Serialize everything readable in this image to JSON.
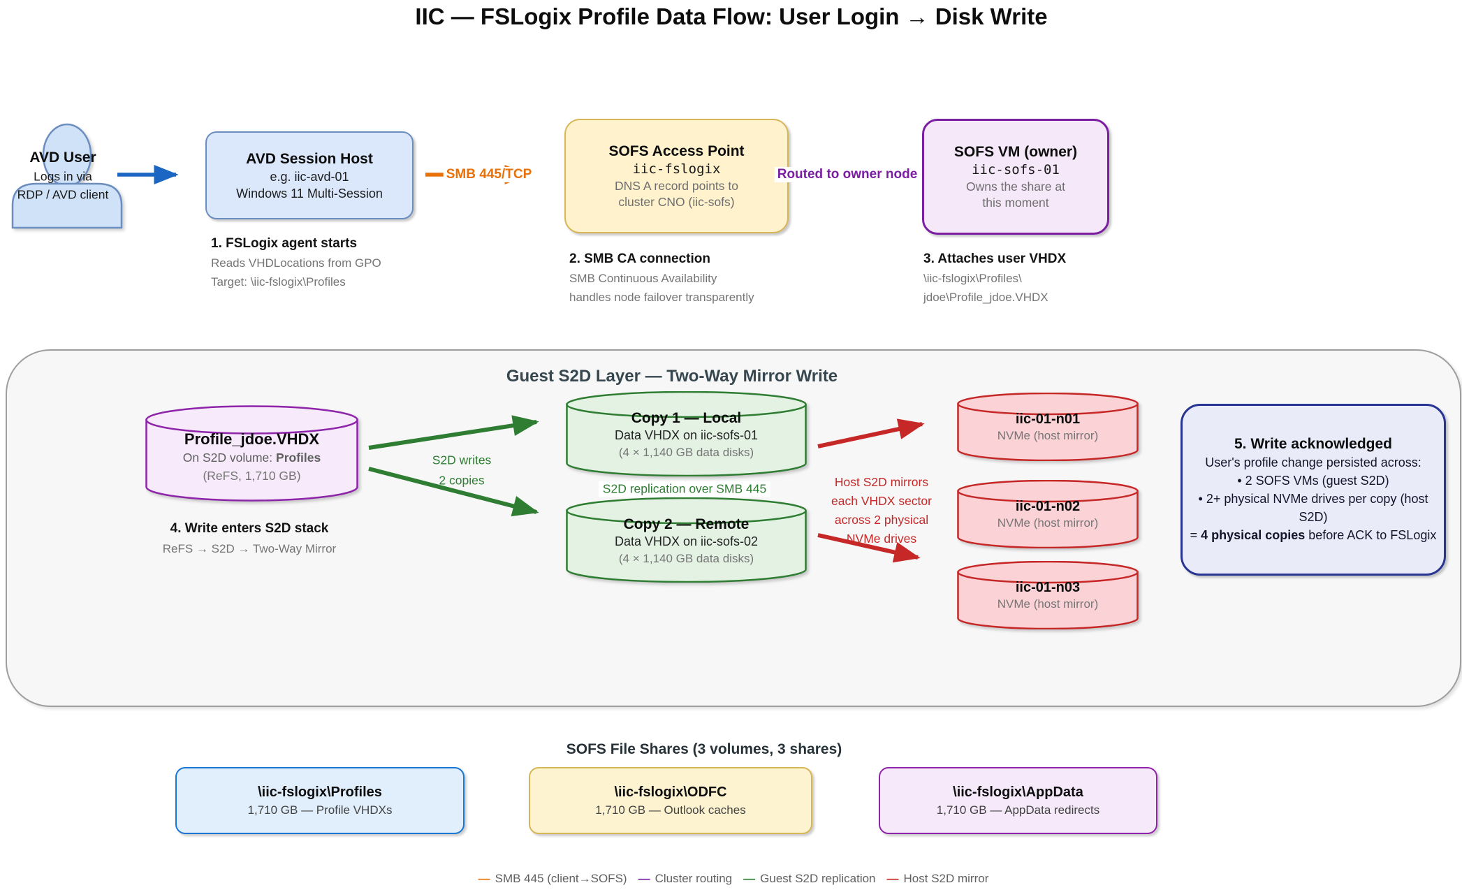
{
  "header": {
    "title": "IIC — FSLogix Profile Data Flow: User Login → Disk Write"
  },
  "flow": {
    "user": {
      "title": "AVD User",
      "line1": "Logs in via",
      "line2": "RDP / AVD client"
    },
    "session_host": {
      "title": "AVD Session Host",
      "line1": "e.g. iic-avd-01",
      "line2": "Windows 11 Multi-Session"
    },
    "smb_arrow_label": "SMB 445/TCP",
    "sofs_ap": {
      "title": "SOFS Access Point",
      "name": "iic-fslogix",
      "line1": "DNS A record points to",
      "line2": "cluster CNO (iic-sofs)"
    },
    "routed_label": "Routed to owner node",
    "sofs_vm": {
      "title": "SOFS VM (owner)",
      "name": "iic-sofs-01",
      "line1": "Owns the share at",
      "line2": "this moment"
    },
    "steps": [
      {
        "heading": "1. FSLogix agent starts",
        "line1": "Reads VHDLocations from GPO",
        "line2": "Target: \\iic-fslogix\\Profiles"
      },
      {
        "heading": "2. SMB CA connection",
        "line1": "SMB Continuous Availability",
        "line2": "handles node failover transparently"
      },
      {
        "heading": "3. Attaches user VHDX",
        "line1": "\\iic-fslogix\\Profiles\\",
        "line2": "jdoe\\Profile_jdoe.VHDX"
      }
    ]
  },
  "s2d": {
    "title": "Guest S2D Layer — Two-Way Mirror Write",
    "profile_cyl": {
      "title": "Profile_jdoe.VHDX",
      "vol_prefix": "On S2D volume: ",
      "vol_bold": "Profiles",
      "line2": "(ReFS, 1,710 GB)"
    },
    "step4": {
      "heading": "4. Write enters S2D stack",
      "line1": "ReFS → S2D → Two-Way Mirror"
    },
    "writes_label1": "S2D writes",
    "writes_label2": "2 copies",
    "copy1": {
      "title": "Copy 1 — Local",
      "line1": "Data VHDX on iic-sofs-01",
      "line2": "(4 × 1,140 GB data disks)"
    },
    "replication_label": "S2D replication over SMB 445",
    "copy2": {
      "title": "Copy 2 — Remote",
      "line1": "Data VHDX on iic-sofs-02",
      "line2": "(4 × 1,140 GB data disks)"
    },
    "mirror_note": [
      "Host S2D mirrors",
      "each VHDX sector",
      "across 2 physical",
      "NVMe drives"
    ],
    "nvme": [
      {
        "name": "iic-01-n01",
        "line": "NVMe (host mirror)"
      },
      {
        "name": "iic-01-n02",
        "line": "NVMe (host mirror)"
      },
      {
        "name": "iic-01-n03",
        "line": "NVMe (host mirror)"
      }
    ],
    "ack": {
      "title": "5. Write acknowledged",
      "line1": "User's profile change persisted across:",
      "bullet1": "• 2 SOFS VMs (guest S2D)",
      "bullet2": "• 2+ physical NVMe drives per copy (host S2D)",
      "eq_prefix": "= ",
      "eq_bold": "4 physical copies",
      "eq_rest": " before ACK to FSLogix"
    }
  },
  "shares": {
    "title": "SOFS File Shares (3 volumes, 3 shares)",
    "items": [
      {
        "path": "\\iic-fslogix\\Profiles",
        "desc": "1,710 GB — Profile VHDXs"
      },
      {
        "path": "\\iic-fslogix\\ODFC",
        "desc": "1,710 GB — Outlook caches"
      },
      {
        "path": "\\iic-fslogix\\AppData",
        "desc": "1,710 GB — AppData redirects"
      }
    ]
  },
  "legend": {
    "dash": "—",
    "items": [
      {
        "label": "SMB 445 (client→SOFS)",
        "color": "#e8710a"
      },
      {
        "label": "Cluster routing",
        "color": "#7b1fa2"
      },
      {
        "label": "Guest S2D replication",
        "color": "#2e7d32"
      },
      {
        "label": "Host S2D mirror",
        "color": "#c62828"
      }
    ]
  },
  "colors": {
    "smb_orange": "#e8710a",
    "cluster_purple": "#7b1fa2",
    "guest_green": "#2e7d32",
    "host_red": "#c62828",
    "login_blue": "#1a66c2",
    "ack_navy": "#283593"
  }
}
